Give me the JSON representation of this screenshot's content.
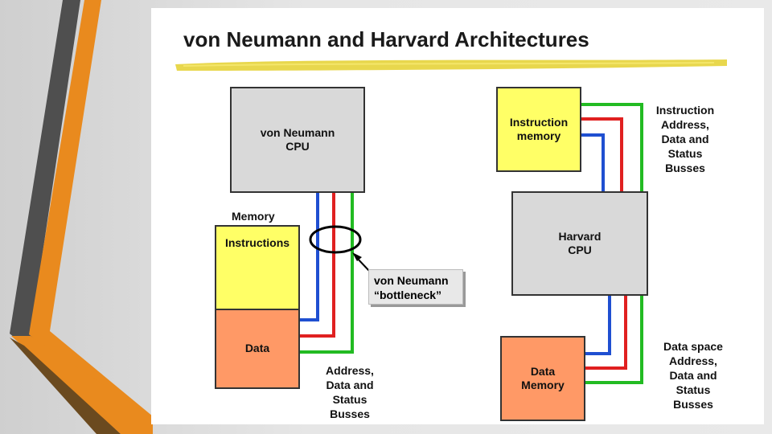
{
  "title": "von Neumann and Harvard Architectures",
  "von_neumann": {
    "cpu_label": "von Neumann\nCPU",
    "memory_label": "Memory",
    "instructions_label": "Instructions",
    "data_label": "Data",
    "bus_label": "Address,\nData and\nStatus\nBusses",
    "bottleneck_label": "von Neumann\n“bottleneck”"
  },
  "harvard": {
    "instruction_memory_label": "Instruction\nmemory",
    "cpu_label": "Harvard\nCPU",
    "data_memory_label": "Data\nMemory",
    "instruction_bus_label": "Instruction\nAddress,\nData and\nStatus\nBusses",
    "data_bus_label": "Data space\nAddress,\nData and\nStatus\nBusses"
  },
  "colors": {
    "box_gray": "#d9d9d9",
    "box_yellow": "#ffff66",
    "box_orange": "#ff9966",
    "bus_blue": "#1f4fd1",
    "bus_red": "#e02020",
    "bus_green": "#22bb22",
    "accent_orange": "#e98a1e",
    "accent_gray": "#555555"
  }
}
